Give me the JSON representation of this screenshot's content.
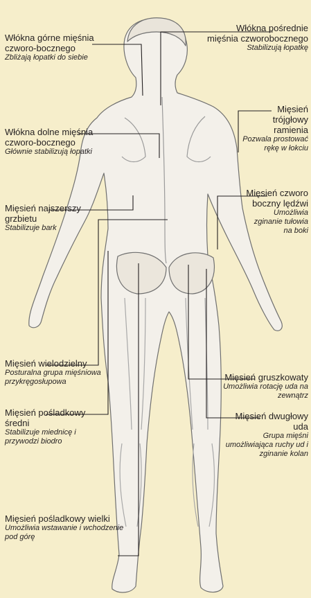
{
  "colors": {
    "background": "#f6eecb",
    "text": "#231f20",
    "leader": "#231f20",
    "body_line": "#6f6f6f"
  },
  "labels": [
    {
      "id": "trap-upper",
      "name": "Włókna górne mięśnia czworo-bocznego",
      "desc": "Zbliżają łopatki do siebie"
    },
    {
      "id": "trap-middle",
      "name": "Włókna pośrednie mięśnia czworobocznego",
      "desc": "Stabilizują łopatkę"
    },
    {
      "id": "trap-lower",
      "name": "Włókna dolne mięśnia czworo-bocznego",
      "desc": "Głównie stabilizują łopatki"
    },
    {
      "id": "triceps",
      "name": "Mięsień trójgłowy ramienia",
      "desc": "Pozwala prostować rękę w łokciu"
    },
    {
      "id": "lat",
      "name": "Mięsień najszerszy grzbietu",
      "desc": "Stabilizuje bark"
    },
    {
      "id": "ql",
      "name": "Mięsień czworo boczny lędźwi",
      "desc": "Umożliwia zginanie tułowia na boki"
    },
    {
      "id": "multifidus",
      "name": "Mięsień wielodzielny",
      "desc": "Posturalna grupa mięśniowa przykręgosłupowa"
    },
    {
      "id": "piriformis",
      "name": "Mięsień gruszkowaty",
      "desc": "Umożliwia rotację uda na zewnątrz"
    },
    {
      "id": "glute-med",
      "name": "Mięsień pośladkowy średni",
      "desc": "Stabilizuje miednicę i przywodzi biodro"
    },
    {
      "id": "hamstring",
      "name": "Mięsień dwugłowy uda",
      "desc": "Grupa mięśni umożliwiająca ruchy ud i zginanie kolan"
    },
    {
      "id": "glute-max",
      "name": "Mięsień pośladkowy wielki",
      "desc": "Umożliwia wstawanie i wchodzenie pod górę"
    }
  ]
}
